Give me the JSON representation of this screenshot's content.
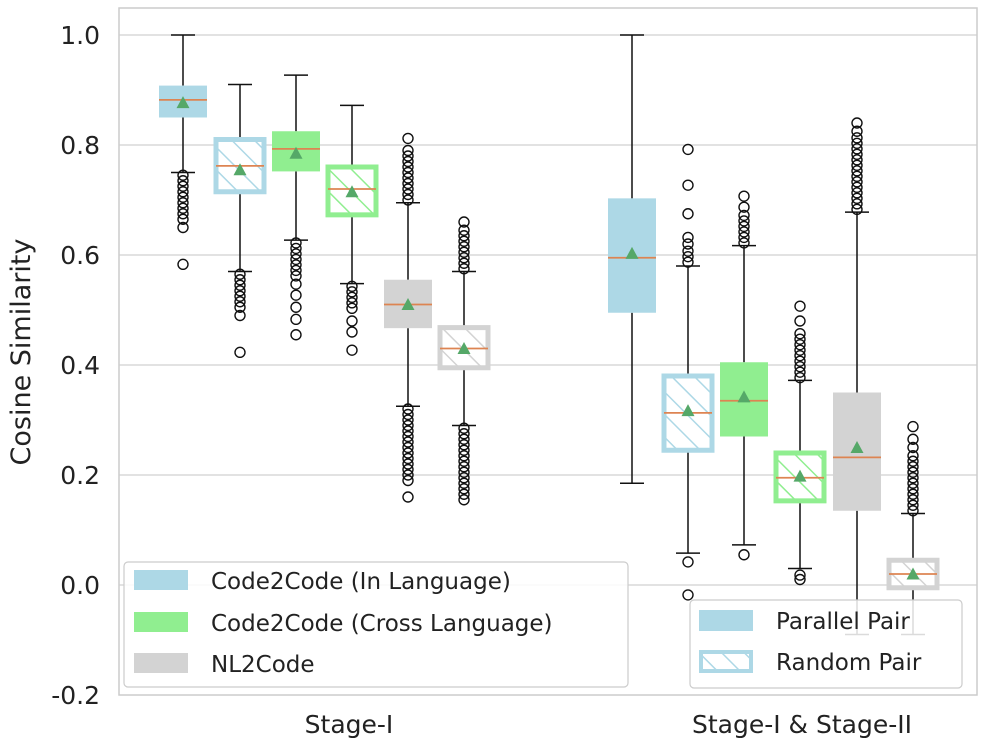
{
  "chart_data": {
    "type": "box",
    "ylabel": "Cosine Similarity",
    "ylim": [
      -0.2,
      1.05
    ],
    "yticks": [
      1.0,
      0.8,
      0.6,
      0.4,
      0.2,
      0.0,
      -0.2
    ],
    "ytick_labels": [
      "1.0",
      "0.8",
      "0.6",
      "0.4",
      "0.2",
      "0.0",
      "-0.2"
    ],
    "grid": true,
    "groups": [
      "Stage-I",
      "Stage-I & Stage-II"
    ],
    "colors": {
      "Code2Code (In Language)": "#add8e6",
      "Code2Code (Cross Language)": "#90ee90",
      "NL2Code": "#d3d3d3",
      "median": "#dd8452",
      "mean": "#55a868"
    },
    "legend_categories": [
      "Code2Code (In Language)",
      "Code2Code (Cross Language)",
      "NL2Code"
    ],
    "legend_pair_types": [
      "Parallel Pair",
      "Random Pair"
    ],
    "boxes": [
      {
        "group": "Stage-I",
        "category": "Code2Code (In Language)",
        "pair": "Parallel Pair",
        "q1": 0.85,
        "median": 0.882,
        "q3": 0.908,
        "mean": 0.877,
        "whisker_low": 0.75,
        "whisker_high": 1.0,
        "outliers": [
          0.745,
          0.735,
          0.725,
          0.715,
          0.705,
          0.695,
          0.685,
          0.675,
          0.665,
          0.65,
          0.583
        ]
      },
      {
        "group": "Stage-I",
        "category": "Code2Code (In Language)",
        "pair": "Random Pair",
        "q1": 0.715,
        "median": 0.762,
        "q3": 0.81,
        "mean": 0.755,
        "whisker_low": 0.57,
        "whisker_high": 0.91,
        "outliers": [
          0.565,
          0.555,
          0.545,
          0.535,
          0.525,
          0.515,
          0.505,
          0.49,
          0.423
        ]
      },
      {
        "group": "Stage-I",
        "category": "Code2Code (Cross Language)",
        "pair": "Parallel Pair",
        "q1": 0.752,
        "median": 0.793,
        "q3": 0.825,
        "mean": 0.785,
        "whisker_low": 0.627,
        "whisker_high": 0.927,
        "outliers": [
          0.622,
          0.612,
          0.602,
          0.592,
          0.582,
          0.572,
          0.562,
          0.547,
          0.527,
          0.505,
          0.483,
          0.455
        ]
      },
      {
        "group": "Stage-I",
        "category": "Code2Code (Cross Language)",
        "pair": "Random Pair",
        "q1": 0.673,
        "median": 0.72,
        "q3": 0.76,
        "mean": 0.715,
        "whisker_low": 0.548,
        "whisker_high": 0.872,
        "outliers": [
          0.543,
          0.533,
          0.523,
          0.513,
          0.503,
          0.48,
          0.46,
          0.427
        ]
      },
      {
        "group": "Stage-I",
        "category": "NL2Code",
        "pair": "Parallel Pair",
        "q1": 0.467,
        "median": 0.51,
        "q3": 0.555,
        "mean": 0.51,
        "whisker_low": 0.325,
        "whisker_high": 0.695,
        "outliers": [
          0.7,
          0.71,
          0.72,
          0.73,
          0.74,
          0.75,
          0.76,
          0.77,
          0.78,
          0.79,
          0.812,
          0.32,
          0.31,
          0.3,
          0.29,
          0.28,
          0.27,
          0.26,
          0.25,
          0.24,
          0.23,
          0.22,
          0.21,
          0.2,
          0.19,
          0.16
        ]
      },
      {
        "group": "Stage-I",
        "category": "NL2Code",
        "pair": "Random Pair",
        "q1": 0.395,
        "median": 0.43,
        "q3": 0.468,
        "mean": 0.43,
        "whisker_low": 0.29,
        "whisker_high": 0.57,
        "outliers": [
          0.575,
          0.585,
          0.595,
          0.605,
          0.615,
          0.625,
          0.635,
          0.645,
          0.66,
          0.285,
          0.275,
          0.265,
          0.255,
          0.245,
          0.235,
          0.225,
          0.215,
          0.205,
          0.195,
          0.185,
          0.175,
          0.165,
          0.155
        ]
      },
      {
        "group": "Stage-I & Stage-II",
        "category": "Code2Code (In Language)",
        "pair": "Parallel Pair",
        "q1": 0.495,
        "median": 0.595,
        "q3": 0.703,
        "mean": 0.603,
        "whisker_low": 0.185,
        "whisker_high": 1.0,
        "outliers": []
      },
      {
        "group": "Stage-I & Stage-II",
        "category": "Code2Code (In Language)",
        "pair": "Random Pair",
        "q1": 0.245,
        "median": 0.313,
        "q3": 0.38,
        "mean": 0.317,
        "whisker_low": 0.058,
        "whisker_high": 0.58,
        "outliers": [
          0.587,
          0.597,
          0.607,
          0.62,
          0.632,
          0.675,
          0.727,
          0.792,
          0.042,
          -0.018
        ]
      },
      {
        "group": "Stage-I & Stage-II",
        "category": "Code2Code (Cross Language)",
        "pair": "Parallel Pair",
        "q1": 0.27,
        "median": 0.335,
        "q3": 0.405,
        "mean": 0.342,
        "whisker_low": 0.073,
        "whisker_high": 0.617,
        "outliers": [
          0.622,
          0.632,
          0.642,
          0.652,
          0.662,
          0.672,
          0.687,
          0.707,
          0.055
        ]
      },
      {
        "group": "Stage-I & Stage-II",
        "category": "Code2Code (Cross Language)",
        "pair": "Random Pair",
        "q1": 0.153,
        "median": 0.195,
        "q3": 0.24,
        "mean": 0.198,
        "whisker_low": 0.03,
        "whisker_high": 0.372,
        "outliers": [
          0.377,
          0.387,
          0.397,
          0.407,
          0.417,
          0.427,
          0.437,
          0.447,
          0.457,
          0.48,
          0.507,
          0.018,
          0.01
        ]
      },
      {
        "group": "Stage-I & Stage-II",
        "category": "NL2Code",
        "pair": "Parallel Pair",
        "q1": 0.135,
        "median": 0.232,
        "q3": 0.35,
        "mean": 0.25,
        "whisker_low": -0.09,
        "whisker_high": 0.678,
        "outliers": [
          0.683,
          0.693,
          0.703,
          0.713,
          0.723,
          0.733,
          0.743,
          0.753,
          0.763,
          0.773,
          0.783,
          0.793,
          0.803,
          0.813,
          0.825,
          0.84
        ]
      },
      {
        "group": "Stage-I & Stage-II",
        "category": "NL2Code",
        "pair": "Random Pair",
        "q1": -0.005,
        "median": 0.02,
        "q3": 0.045,
        "mean": 0.02,
        "whisker_low": -0.09,
        "whisker_high": 0.13,
        "outliers": [
          0.135,
          0.145,
          0.155,
          0.165,
          0.175,
          0.185,
          0.195,
          0.205,
          0.215,
          0.225,
          0.235,
          0.25,
          0.265,
          0.288
        ]
      }
    ]
  }
}
